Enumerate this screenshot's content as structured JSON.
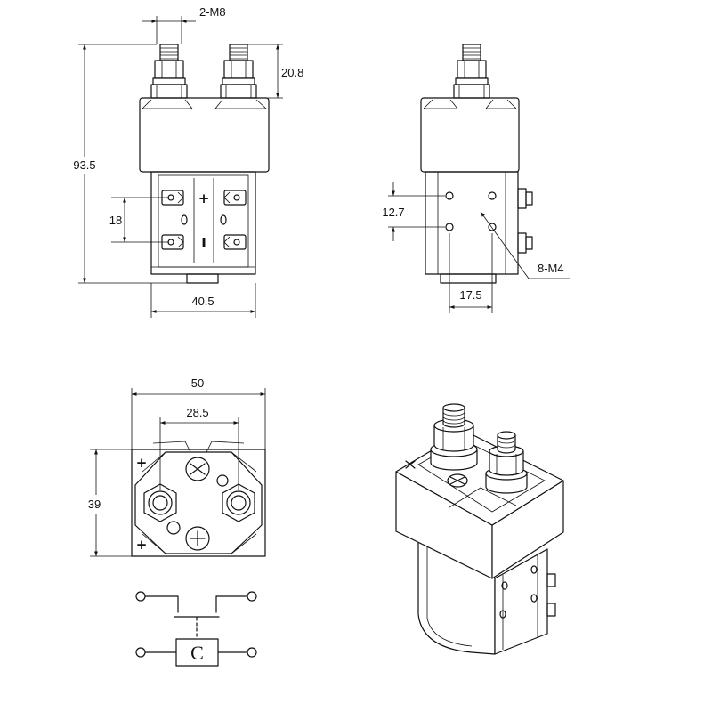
{
  "colors": {
    "line": "#111111",
    "background": "#ffffff"
  },
  "front_view": {
    "thread_label": "2-M8",
    "terminal_height": "20.8",
    "overall_height": "93.5",
    "terminal_spacing_vertical": "18",
    "width": "40.5",
    "plus_sign": "+",
    "minus_sign": "I"
  },
  "side_view": {
    "hole_spacing_vertical": "12.7",
    "hole_spacing_horizontal": "17.5",
    "screw_label": "8-M4"
  },
  "top_view": {
    "width": "50",
    "terminal_spacing": "28.5",
    "depth": "39",
    "plus_top": "+",
    "plus_bottom": "+"
  },
  "schematic": {
    "coil_label": "C"
  }
}
